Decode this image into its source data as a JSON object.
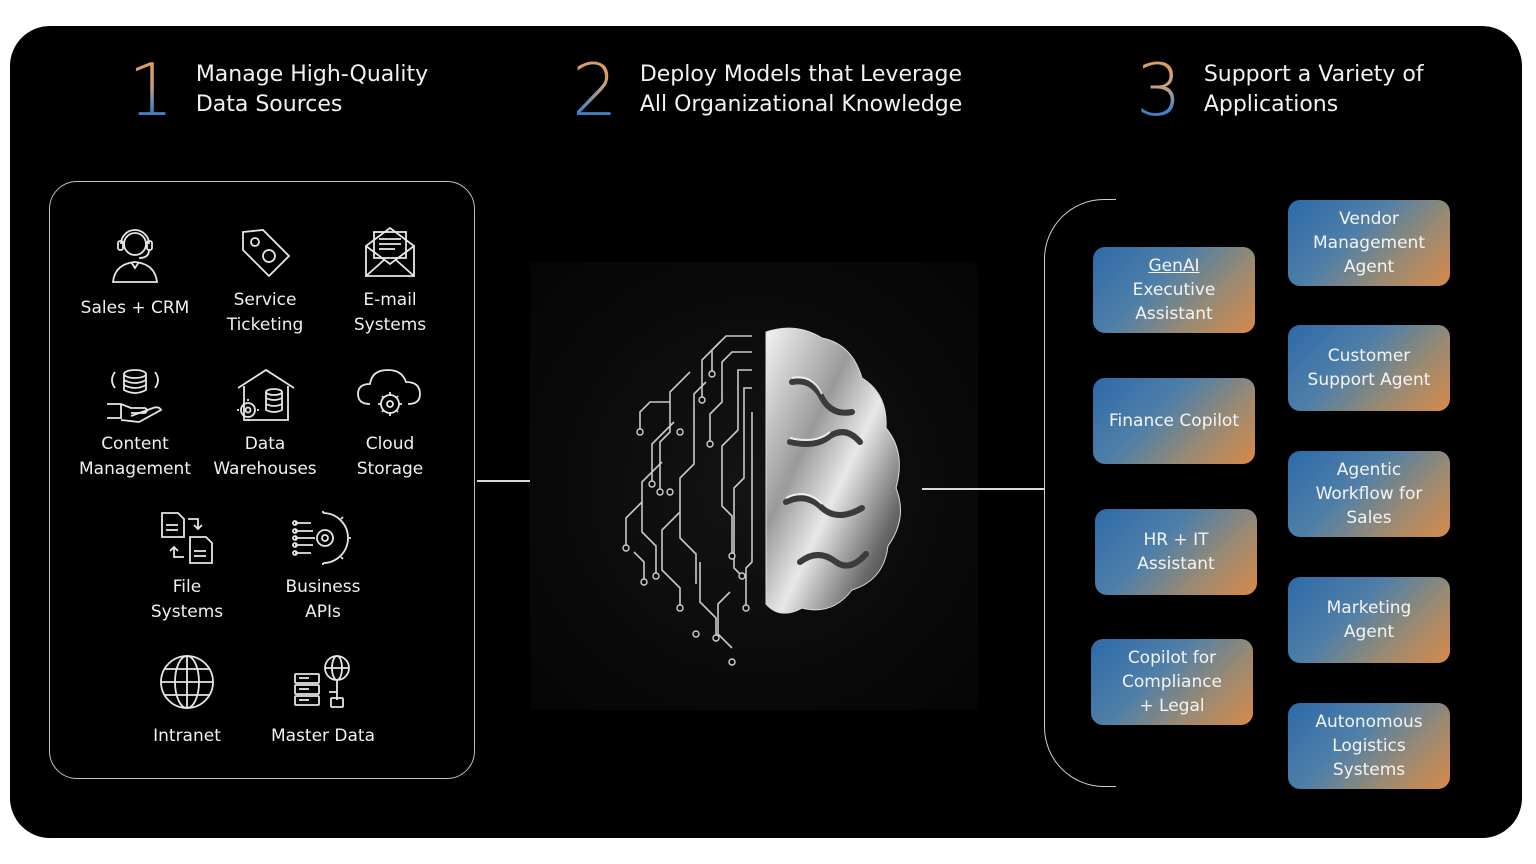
{
  "steps": [
    {
      "number": "1",
      "title_lines": [
        "Manage High-Quality",
        "Data Sources"
      ]
    },
    {
      "number": "2",
      "title_lines": [
        "Deploy Models that Leverage",
        "All Organizational Knowledge"
      ]
    },
    {
      "number": "3",
      "title_lines": [
        "Support a Variety of",
        "Applications"
      ]
    }
  ],
  "sources": [
    {
      "icon": "headset-agent-icon",
      "lines": [
        "Sales + CRM"
      ]
    },
    {
      "icon": "tag-icon",
      "lines": [
        "Service",
        "Ticketing"
      ]
    },
    {
      "icon": "envelope-icon",
      "lines": [
        "E-mail",
        "Systems"
      ]
    },
    {
      "icon": "hand-database-icon",
      "lines": [
        "Content",
        "Management"
      ]
    },
    {
      "icon": "warehouse-icon",
      "lines": [
        "Data",
        "Warehouses"
      ]
    },
    {
      "icon": "cloud-gear-icon",
      "lines": [
        "Cloud",
        "Storage"
      ]
    },
    {
      "icon": "file-transfer-icon",
      "lines": [
        "File",
        "Systems"
      ]
    },
    {
      "icon": "api-gear-icon",
      "lines": [
        "Business",
        "APIs"
      ]
    },
    {
      "icon": "globe-icon",
      "lines": [
        "Intranet"
      ]
    },
    {
      "icon": "server-globe-icon",
      "lines": [
        "Master Data"
      ]
    }
  ],
  "apps_left": [
    {
      "lines": [
        "GenAI",
        "Executive",
        "Assistant"
      ]
    },
    {
      "lines": [
        "Finance Copilot"
      ]
    },
    {
      "lines": [
        "HR + IT",
        "Assistant"
      ]
    },
    {
      "lines": [
        "Copilot for",
        "Compliance",
        "+ Legal"
      ]
    }
  ],
  "apps_right": [
    {
      "lines": [
        "Vendor",
        "Management",
        "Agent"
      ]
    },
    {
      "lines": [
        "Customer",
        "Support Agent"
      ]
    },
    {
      "lines": [
        "Agentic",
        "Workflow for",
        "Sales"
      ]
    },
    {
      "lines": [
        "Marketing",
        "Agent"
      ]
    },
    {
      "lines": [
        "Autonomous",
        "Logistics",
        "Systems"
      ]
    }
  ],
  "colors": {
    "background": "#000000",
    "accent_blue": "#2d6aa8",
    "accent_orange": "#d8894a",
    "text": "#f2f2f2"
  }
}
